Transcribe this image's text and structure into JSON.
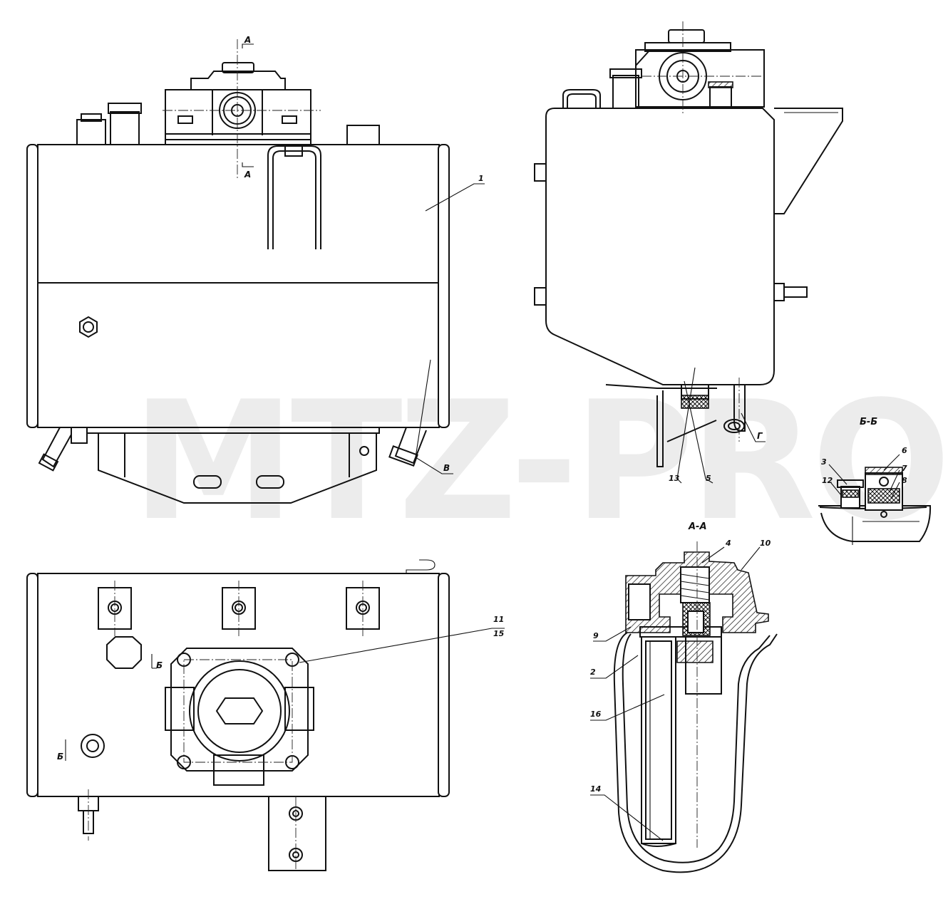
{
  "watermark": "MTZ-PRO",
  "section_titles": {
    "bb": "Б-Б",
    "aa": "А-А"
  },
  "cut_marks": {
    "a_top": "А",
    "a_bottom": "А",
    "b_right": "Б",
    "b_left": "Б"
  },
  "view_letters": {
    "v": "В",
    "g": "Г"
  },
  "callouts": {
    "c1": "1",
    "c2": "2",
    "c3": "3",
    "c4": "4",
    "c5": "5",
    "c6": "6",
    "c7": "7",
    "c8": "8",
    "c9": "9",
    "c10": "10",
    "c11": "11",
    "c12": "12",
    "c13": "13",
    "c14": "14",
    "c15": "15",
    "c16": "16"
  }
}
